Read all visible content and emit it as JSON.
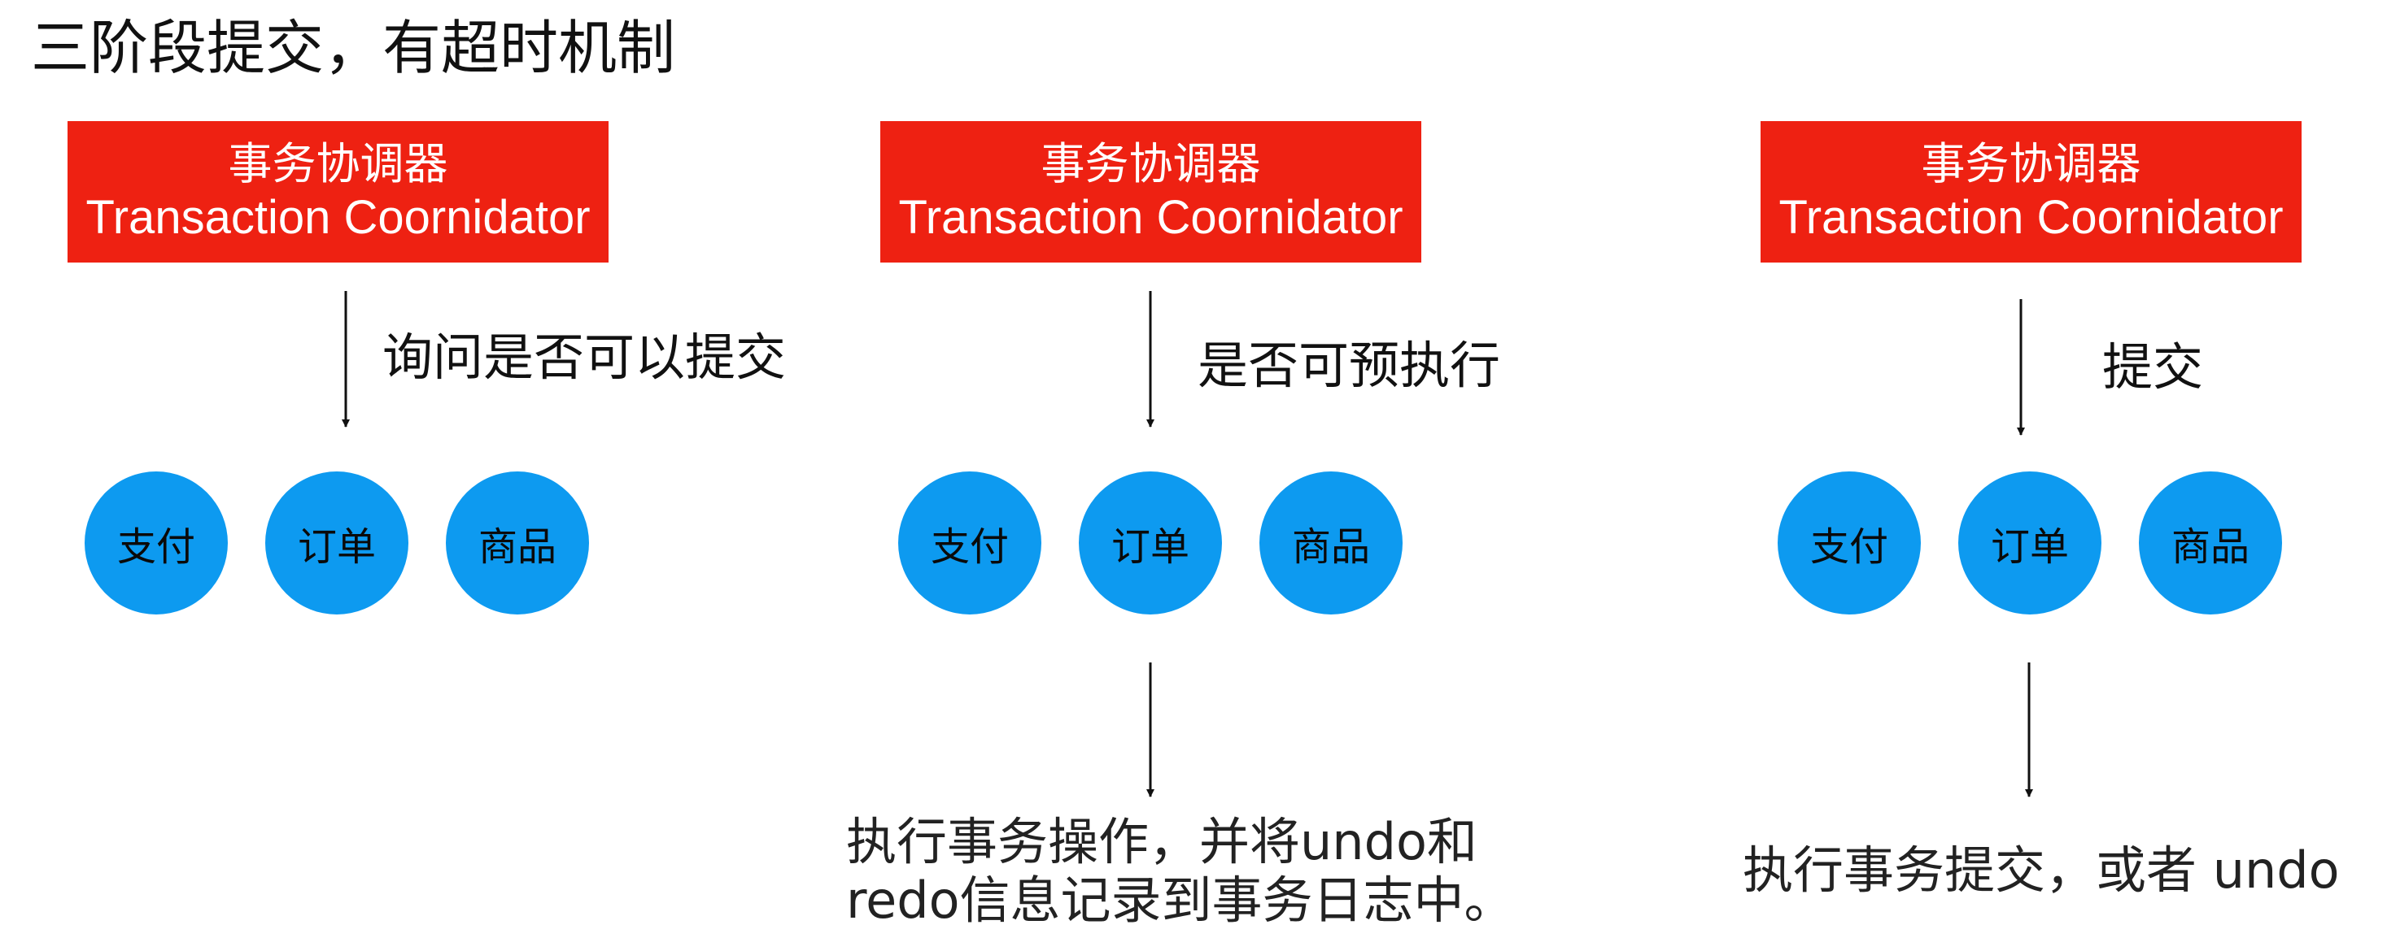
{
  "title": "三阶段提交，有超时机制",
  "coordinator": {
    "name_cn": "事务协调器",
    "name_en": "Transaction Coornidator"
  },
  "participants": [
    "支付",
    "订单",
    "商品"
  ],
  "phases": [
    {
      "request_label": "询问是否可以提交"
    },
    {
      "request_label": "是否可预执行",
      "result_lines": [
        "执行事务操作，并将undo和",
        "redo信息记录到事务日志中。"
      ]
    },
    {
      "request_label": "提交",
      "result_lines": [
        "执行事务提交，或者 undo"
      ]
    }
  ],
  "colors": {
    "coordinator_box": "#ee2112",
    "participant_node": "#0d9af0"
  }
}
